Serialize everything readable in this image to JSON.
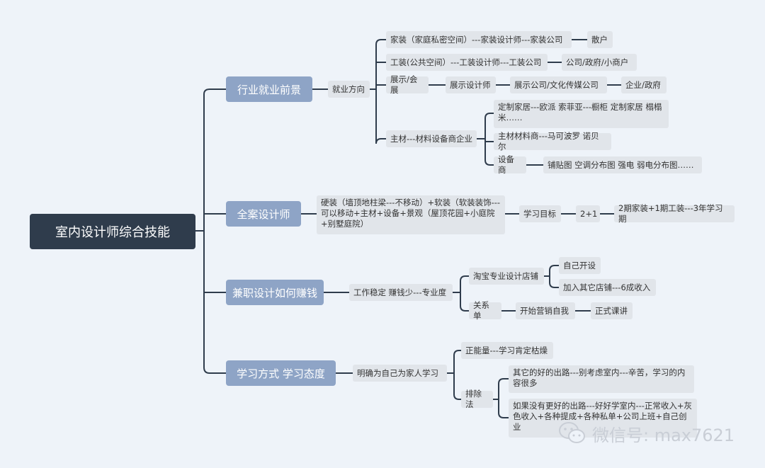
{
  "root": {
    "label": "室内设计师综合技能"
  },
  "branches": [
    {
      "label": "行业就业前景"
    },
    {
      "label": "全案设计师"
    },
    {
      "label": "兼职设计如何赚钱"
    },
    {
      "label": "学习方式 学习态度"
    }
  ],
  "industry": {
    "direction": "就业方向",
    "home": {
      "label": "家装（家庭私密空间）---家装设计师---家装公司",
      "end": "散户"
    },
    "work": {
      "label": "工装(公共空间）---工装设计师---工装公司",
      "end": "公司/政府/小商户"
    },
    "exhibit": {
      "label": "展示/会展",
      "designer": "展示设计师",
      "company": "展示公司/文化传媒公司",
      "end": "企业/政府"
    },
    "materials": {
      "label": "主材---材料设备商企业",
      "custom": "定制家居---欧派 索菲亚---橱柜  定制家居 榻榻米……",
      "supplier": "主材材料商---马可波罗 诺贝尔",
      "equipment": "设备商",
      "equipment_detail": "铺贴图  空调分布图  强电 弱电分布图……"
    }
  },
  "fullcase": {
    "scope": "硬装（墙顶地柱梁---不移动）+软装（软装装饰---可以移动+主材+设备+景观（屋顶花园+小庭院+别墅庭院）",
    "goal": "学习目标",
    "formula": "2+1",
    "plan": "2期家装+1期工装---3年学习期"
  },
  "parttime": {
    "tagline": "工作稳定 赚钱少---专业度",
    "shop": "淘宝专业设计店铺",
    "shop_own": "自己开设",
    "shop_join": "加入其它店铺---6成收入",
    "relation": "关系单",
    "marketing": "开始营销自我",
    "course": "正式课讲"
  },
  "study": {
    "goal": "明确为自己为家人学习",
    "positive": "正能量---学习肯定枯燥",
    "elimination": "排除法",
    "other": "其它的好的出路---别考虑室内---辛苦，学习的内容很多",
    "none": "如果没有更好的出路---好好学室内---正常收入+灰色收入+各种提成+各种私单+公司上班+自己创业"
  },
  "watermark": {
    "text": "微信号: max7621",
    "icon": "wechat-icon"
  },
  "colors": {
    "root": "#2f3c4c",
    "branch": "#8ea4c6",
    "leaf": "#e1e5ea",
    "line": "#2f3c4c",
    "background": "#eef3f9"
  }
}
